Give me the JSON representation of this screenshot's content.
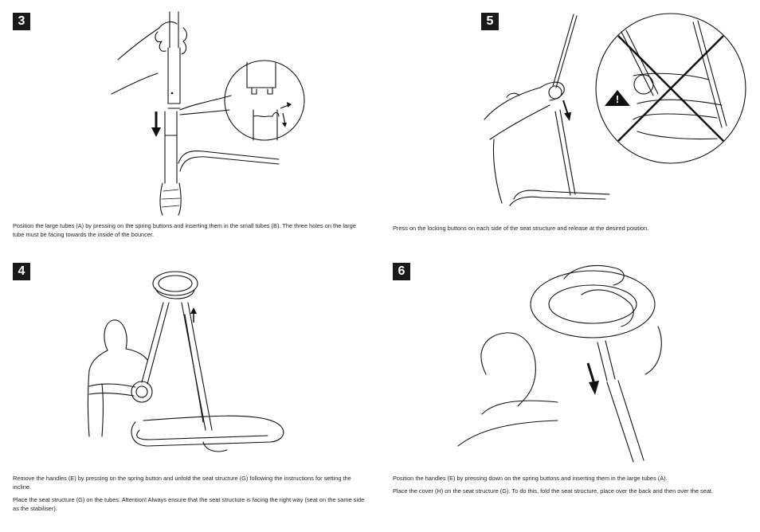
{
  "steps": [
    {
      "number": "3",
      "paragraphs": [
        "Position the large tubes (A) by pressing on the spring buttons and inserting them in the small tubes (B). The three holes on the large tube must be facing towards the inside of the bouncer."
      ]
    },
    {
      "number": "5",
      "paragraphs": [
        "Press on the locking buttons on each side of the seat structure and release at the desired position."
      ]
    },
    {
      "number": "4",
      "paragraphs": [
        "Remove the handles (E) by pressing on the spring button and unfold the seat structure (G) following the instructions for setting the incline.",
        "Place the seat structure (G) on the tubes. Attention! Always ensure that the seat structure is facing the right way (seat on the same side as the stabiliser)."
      ]
    },
    {
      "number": "6",
      "paragraphs": [
        "Position the handles (E) by pressing down on the spring buttons and inserting them in the large tubes (A).",
        "Place the cover (H) on the seat structure (G). To do this, fold the seat structure, place over the back and then over the seat."
      ]
    }
  ],
  "warning": {
    "symbol": "!"
  }
}
